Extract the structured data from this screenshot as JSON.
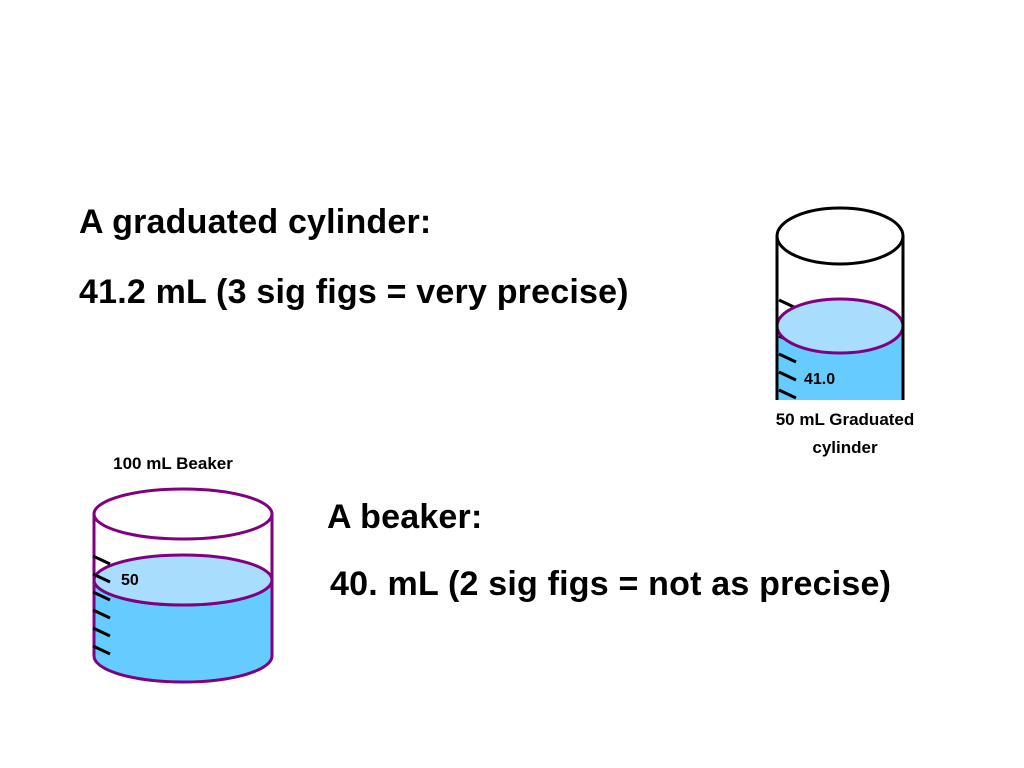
{
  "graduated_cylinder": {
    "heading": "A graduated cylinder:",
    "measurement": "41.2 mL (3 sig figs = very precise)",
    "scale_label": "41.0",
    "caption_line1": "50 mL Graduated",
    "caption_line2": "cylinder"
  },
  "beaker": {
    "heading": "A beaker:",
    "measurement": "40. mL (2 sig figs = not as precise)",
    "scale_label": "50",
    "caption": "100 mL Beaker"
  },
  "colors": {
    "outline": "#800080",
    "liquid_body": "#66CCFF",
    "liquid_surface": "#A8DDFD",
    "glass": "#FFFFFF"
  }
}
